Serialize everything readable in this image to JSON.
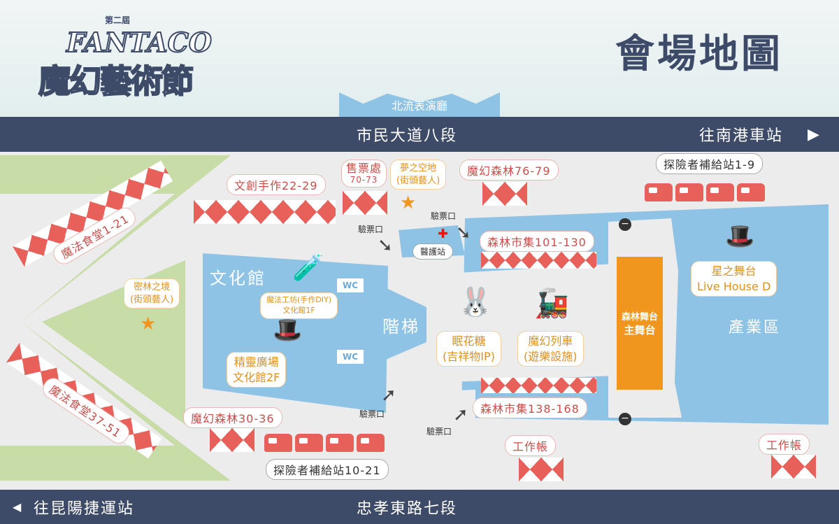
{
  "logo": {
    "edition": "第二屆",
    "english": "FANTACO",
    "chinese": "魔幻藝術節"
  },
  "title": "會場地圖",
  "north_hall": "北流表演廳",
  "roads": {
    "top": "市民大道八段",
    "top_direction": "往南港車站",
    "bottom": "忠孝東路七段",
    "bottom_direction": "往昆陽捷運站"
  },
  "areas": {
    "culture_hall": "文化館",
    "stairs": "階梯",
    "main_stage": [
      "森林舞台",
      "主舞台"
    ],
    "industry": "產業區",
    "wc": "WC"
  },
  "booth_labels": {
    "craft": "文創手作22-29",
    "tickets": "售票處",
    "tickets_no": "70-73",
    "forest_76": "魔幻森林76-79",
    "market_101": "森林市集101-130",
    "market_138": "森林市集138-168",
    "forest_30": "魔幻森林30-36",
    "canteen_1": "魔法食堂1-21",
    "canteen_37": "魔法食堂37-51",
    "work_tent_1": "工作帳",
    "work_tent_2": "工作帳",
    "supply_1": "探險者補給站1-9",
    "supply_10": "探險者補給站10-21"
  },
  "attractions": {
    "dream_space": [
      "夢之空地",
      "(街頭藝人)"
    ],
    "forest_realm": [
      "密林之境",
      "(街頭藝人)"
    ],
    "magic_workshop": [
      "魔法工坊(手作DIY)",
      "文化館1F"
    ],
    "spirit_plaza": [
      "精靈廣場",
      "文化館2F"
    ],
    "mascot": [
      "眠花糖",
      "(吉祥物IP)"
    ],
    "train": [
      "魔幻列車",
      "(遊樂設施)"
    ],
    "star_stage": [
      "星之舞台",
      "Live House D"
    ]
  },
  "facilities": {
    "medical": "醫護站",
    "gate": "驗票口"
  },
  "colors": {
    "navy": "#3e4b68",
    "booth": "#e8605a",
    "building": "#8fc3e6",
    "stage": "#f0961e",
    "green": "#c8dca8"
  }
}
